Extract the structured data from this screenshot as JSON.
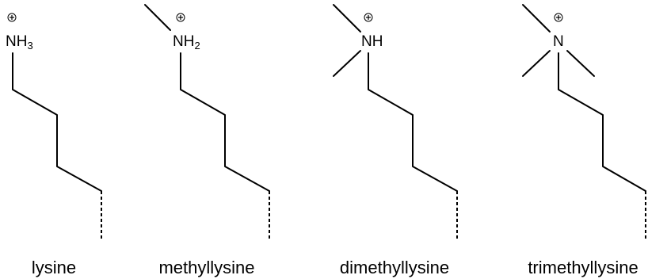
{
  "molecules": [
    {
      "name": "lysine",
      "amine": "NH",
      "h_count": "3",
      "methyls": 0,
      "color": "#000000"
    },
    {
      "name": "methyllysine",
      "amine": "NH",
      "h_count": "2",
      "methyls": 1,
      "color": "#000000"
    },
    {
      "name": "dimethyllysine",
      "amine": "NH",
      "h_count": "",
      "methyls": 2,
      "color": "#000000"
    },
    {
      "name": "trimethyllysine",
      "amine": "N",
      "h_count": "",
      "methyls": 3,
      "color": "#000000"
    }
  ],
  "charge_symbol": "⊕"
}
